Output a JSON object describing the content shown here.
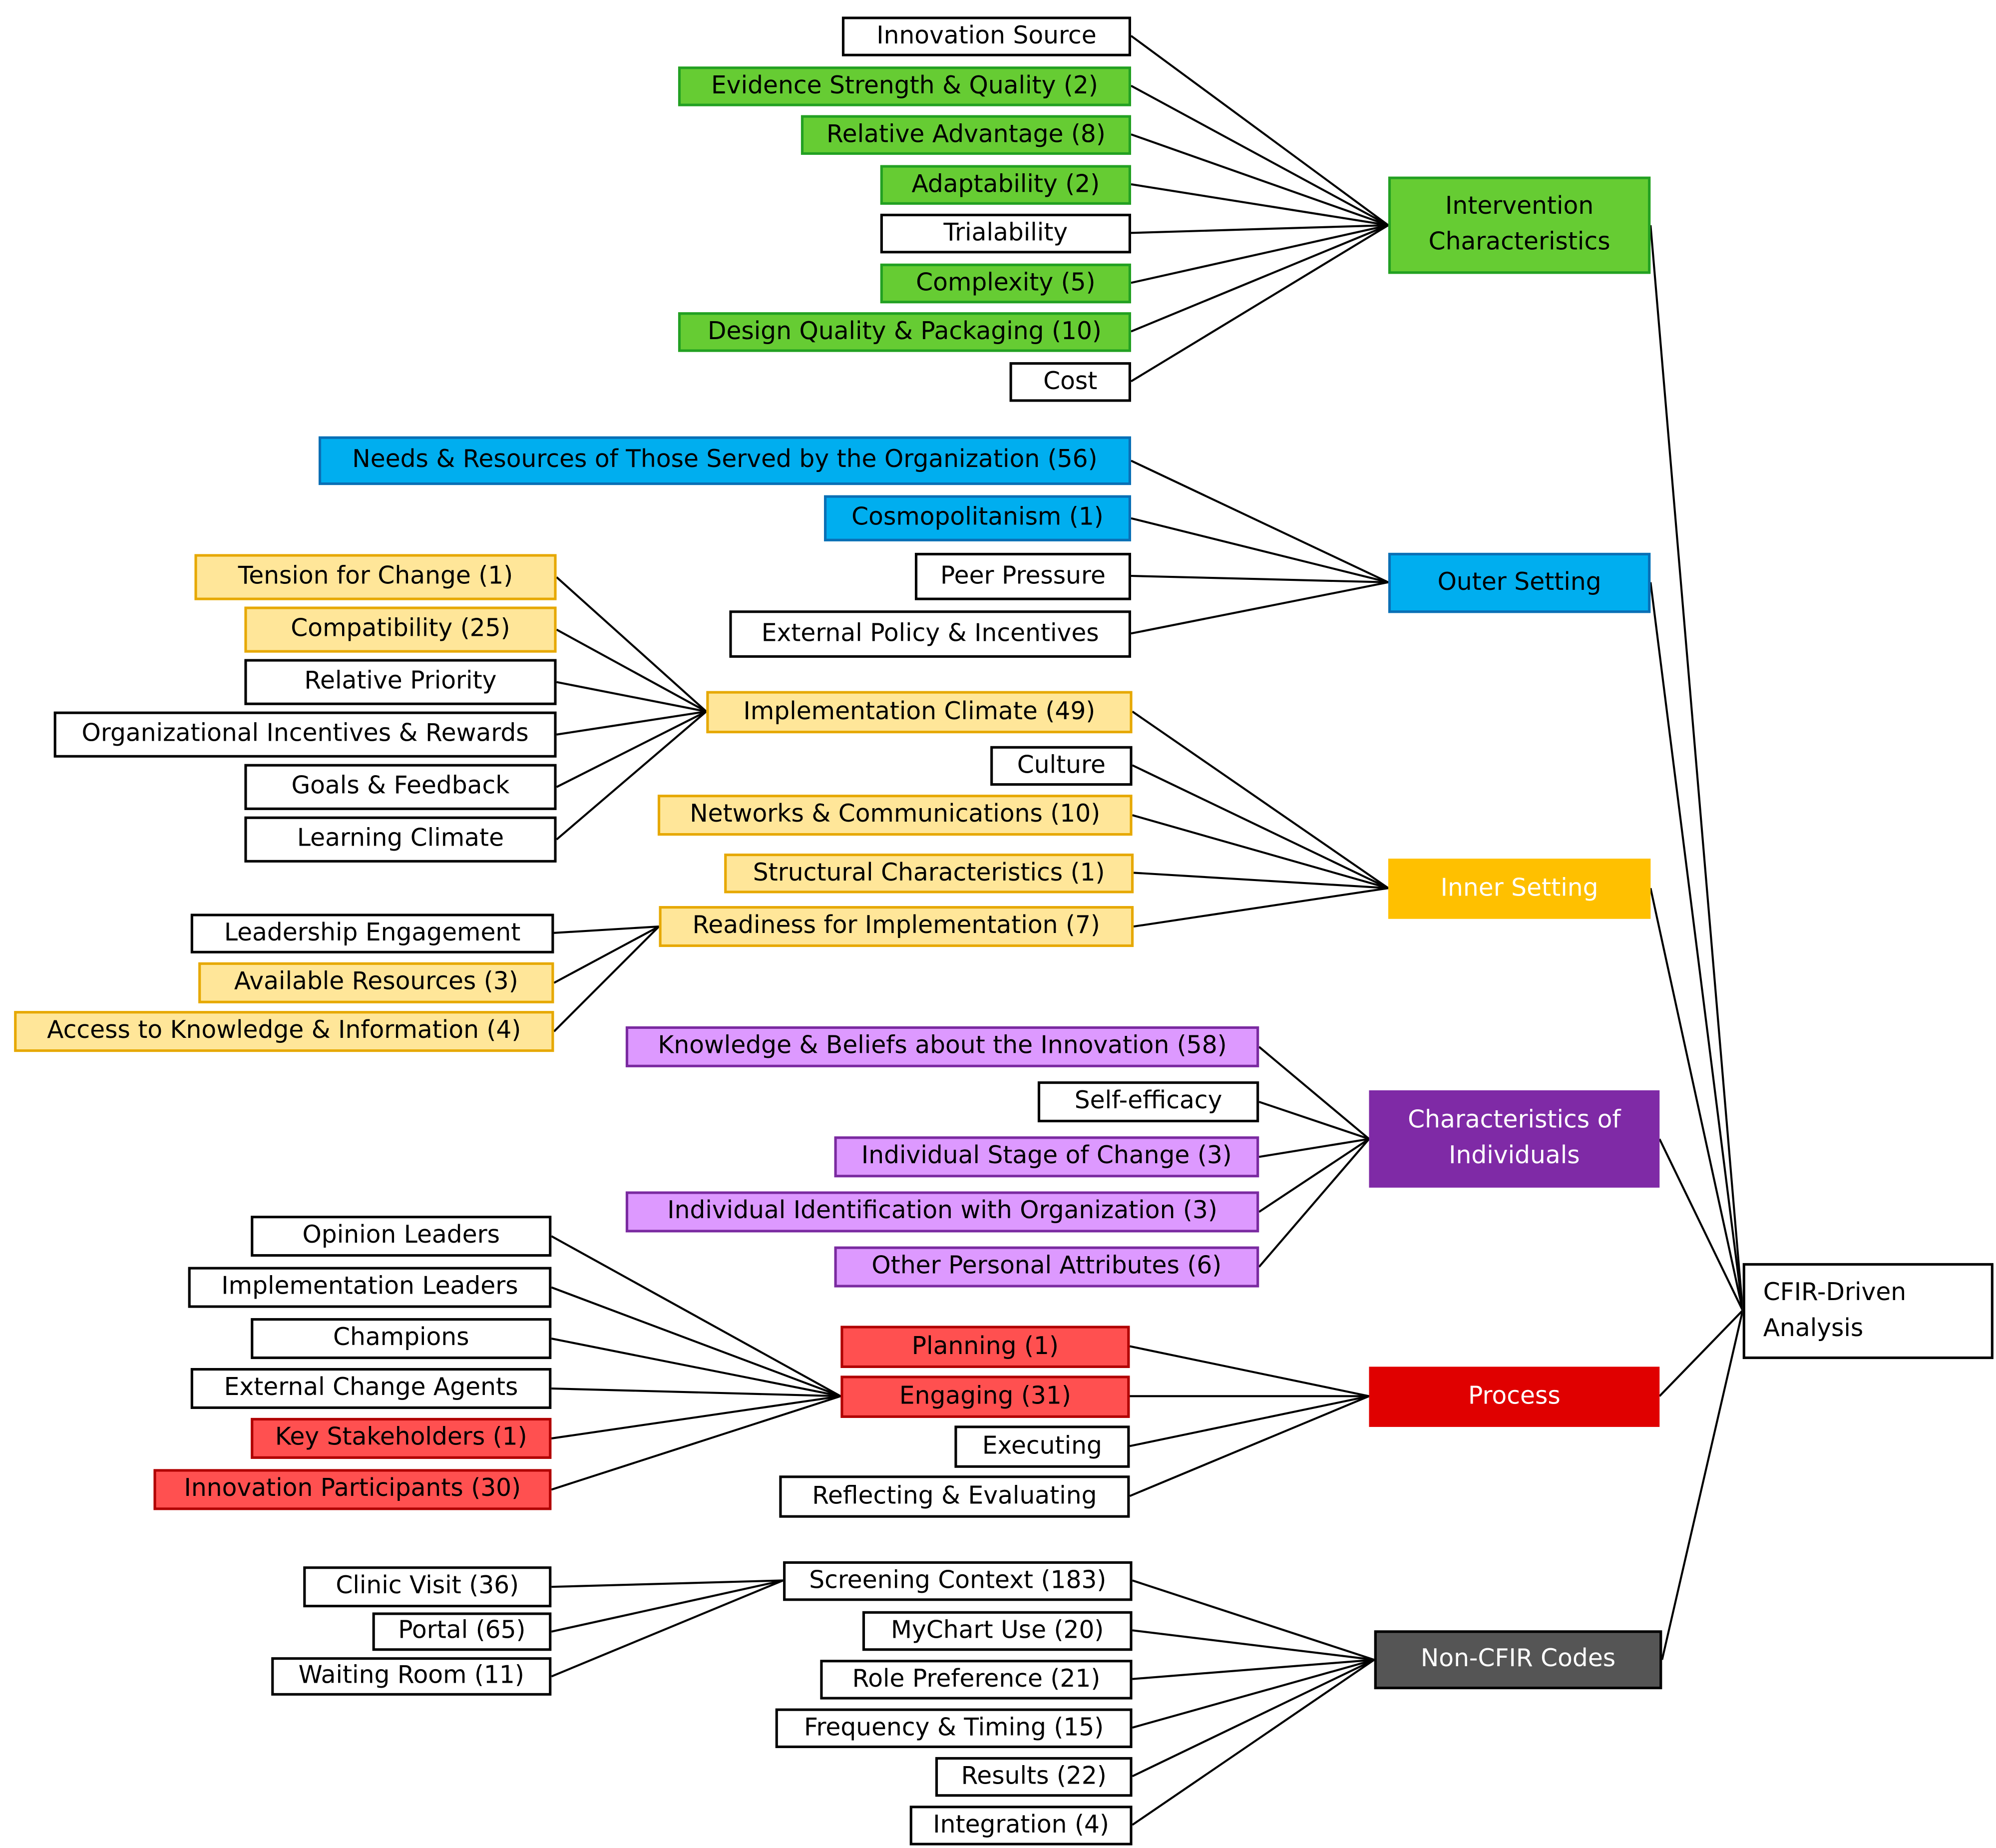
{
  "colors": {
    "white": "#ffffff",
    "green": "#66cc33",
    "green_border": "#22a022",
    "blue": "#00aeef",
    "blue_border": "#0a6fb5",
    "yellow_light": "#ffe699",
    "yellow_border": "#e6a800",
    "yellow_dark": "#ffc000",
    "purple_light": "#dd99ff",
    "purple_border": "#7a2aa0",
    "purple_dark": "#7f2aa6",
    "red_light": "#ff5050",
    "red_border": "#b00000",
    "red_dark": "#e00000",
    "gray_dark": "#555555",
    "line": "#000000"
  },
  "diagram": {
    "root": "CFIR-Driven Analysis",
    "domains": {
      "intervention": "Intervention Characteristics",
      "outer": "Outer Setting",
      "inner": "Inner Setting",
      "individuals": "Characteristics of Individuals",
      "process": "Process",
      "noncfir": "Non-CFIR Codes"
    },
    "nodes": {
      "innovation_source": "Innovation Source",
      "evidence_strength": "Evidence Strength & Quality (2)",
      "relative_advantage": "Relative Advantage (8)",
      "adaptability": "Adaptability (2)",
      "trialability": "Trialability",
      "complexity": "Complexity (5)",
      "design_quality": "Design Quality & Packaging (10)",
      "cost": "Cost",
      "needs_resources": "Needs & Resources of Those Served by the Organization (56)",
      "cosmopolitanism": "Cosmopolitanism (1)",
      "peer_pressure": "Peer Pressure",
      "external_policy": "External Policy & Incentives",
      "tension_for_change": "Tension for Change (1)",
      "compatibility": "Compatibility (25)",
      "relative_priority": "Relative Priority",
      "org_incentives": "Organizational Incentives & Rewards",
      "goals_feedback": "Goals & Feedback",
      "learning_climate": "Learning Climate",
      "implementation_climate": "Implementation Climate (49)",
      "culture": "Culture",
      "networks": "Networks & Communications (10)",
      "structural": "Structural Characteristics (1)",
      "readiness": "Readiness for Implementation (7)",
      "leadership": "Leadership Engagement",
      "available_resources": "Available Resources (3)",
      "access_knowledge": "Access to Knowledge & Information (4)",
      "knowledge_beliefs": "Knowledge & Beliefs about the Innovation (58)",
      "self_efficacy": "Self-efficacy",
      "stage_of_change": "Individual Stage of Change (3)",
      "identification": "Individual Identification with Organization (3)",
      "other_attributes": "Other Personal Attributes (6)",
      "opinion_leaders": "Opinion Leaders",
      "implementation_leaders": "Implementation Leaders",
      "champions": "Champions",
      "external_agents": "External Change Agents",
      "key_stakeholders": "Key Stakeholders (1)",
      "innovation_participants": "Innovation Participants (30)",
      "planning": "Planning (1)",
      "engaging": "Engaging (31)",
      "executing": "Executing",
      "reflecting": "Reflecting & Evaluating",
      "clinic_visit": "Clinic Visit (36)",
      "portal": "Portal (65)",
      "waiting_room": "Waiting Room (11)",
      "screening_context": "Screening Context (183)",
      "mychart": "MyChart Use (20)",
      "role_preference": "Role Preference (21)",
      "frequency_timing": "Frequency & Timing (15)",
      "results": "Results (22)",
      "integration": "Integration (4)"
    }
  }
}
